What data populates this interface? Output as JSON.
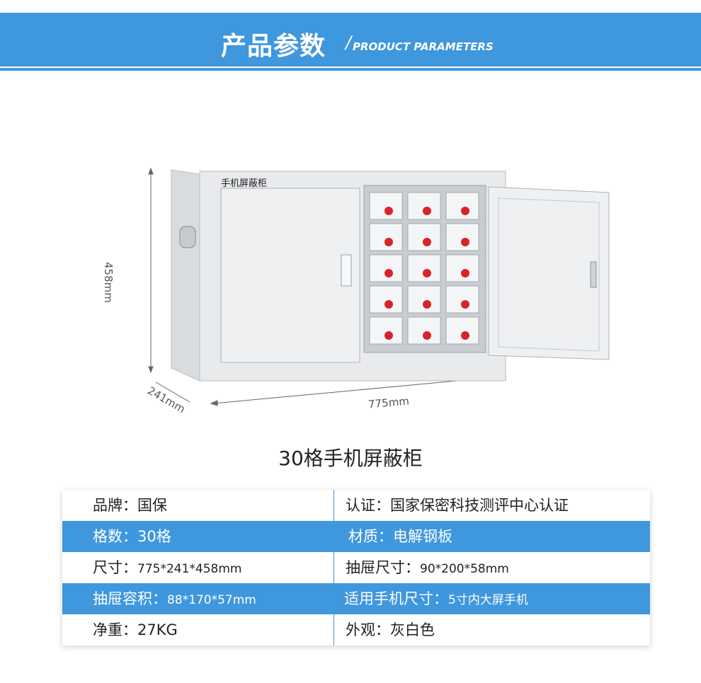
{
  "header": {
    "title_cn": "产品参数",
    "slash": "/",
    "title_en": "PRODUCT PARAMETERS"
  },
  "product": {
    "label_on_cabinet": "手机屏蔽柜",
    "dim_height": "458mm",
    "dim_depth": "241mm",
    "dim_width": "775mm",
    "colors": {
      "body": "#e6e8ea",
      "door": "#eef0f2",
      "tag": "#d8232a",
      "accent": "#3f97dd"
    }
  },
  "caption": "30格手机屏蔽柜",
  "table": {
    "rows": [
      {
        "highlight": false,
        "left": {
          "label": "品牌：",
          "value": "国保"
        },
        "right": {
          "label": "认证：",
          "value": "国家保密科技测评中心认证"
        }
      },
      {
        "highlight": true,
        "left": {
          "label": "格数：",
          "value": "30格"
        },
        "right": {
          "label": "材质：",
          "value": "电解钢板"
        }
      },
      {
        "highlight": false,
        "left": {
          "label": "尺寸：",
          "value": "775*241*458mm"
        },
        "right": {
          "label": "抽屉尺寸：",
          "value": "90*200*58mm"
        }
      },
      {
        "highlight": true,
        "left": {
          "label": "抽屉容积：",
          "value": "88*170*57mm"
        },
        "right": {
          "label": "适用手机尺寸：",
          "value": "5寸内大屏手机"
        }
      },
      {
        "highlight": false,
        "left": {
          "label": "净重：",
          "value": "27KG"
        },
        "right": {
          "label": "外观：",
          "value": "灰白色"
        }
      }
    ]
  }
}
